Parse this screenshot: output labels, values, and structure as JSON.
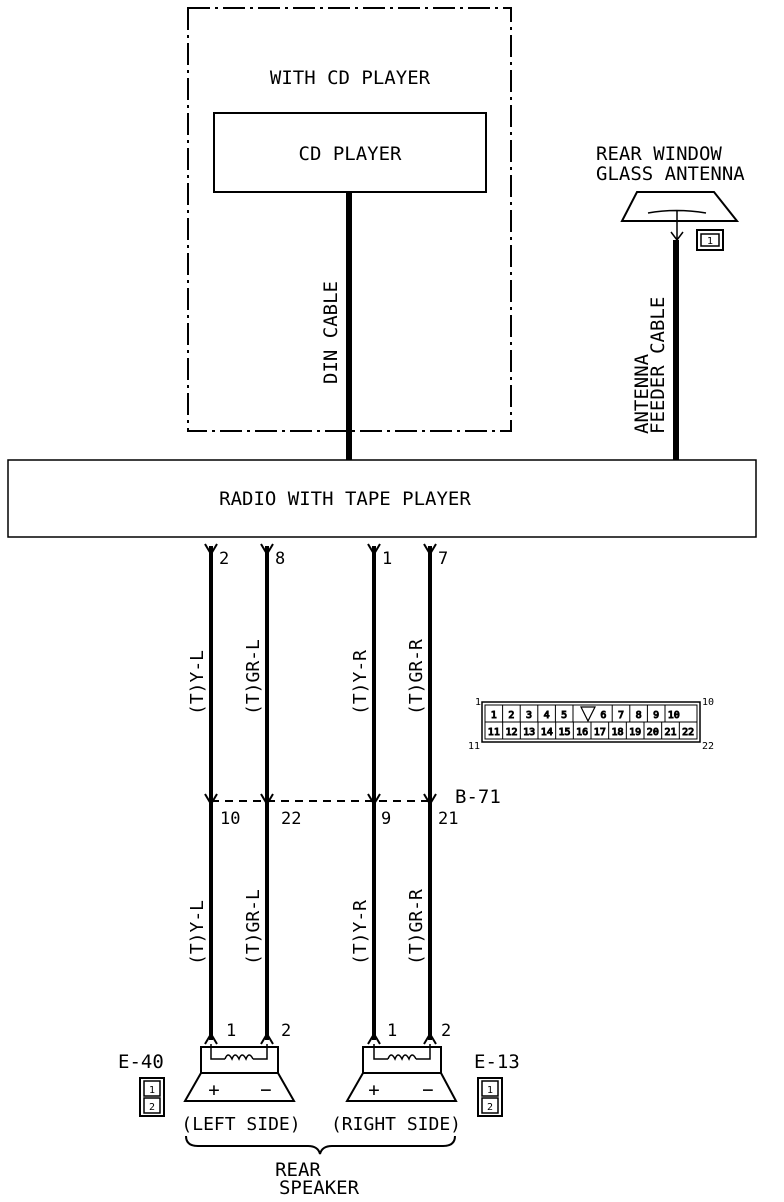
{
  "cd_box": {
    "title": "WITH CD PLAYER",
    "inner_label": "CD PLAYER"
  },
  "din_cable_label": "DIN CABLE",
  "antenna": {
    "title_line1": "REAR WINDOW",
    "title_line2": "GLASS ANTENNA",
    "conn_label": "1",
    "cable_line1": "ANTENNA",
    "cable_line2": "FEEDER CABLE"
  },
  "radio_label": "RADIO WITH TAPE PLAYER",
  "wires_top": [
    {
      "pin": "2",
      "label": "(T)Y-L"
    },
    {
      "pin": "8",
      "label": "(T)GR-L"
    },
    {
      "pin": "1",
      "label": "(T)Y-R"
    },
    {
      "pin": "7",
      "label": "(T)GR-R"
    }
  ],
  "connector_b71": {
    "name": "B-71",
    "pins": [
      "10",
      "22",
      "9",
      "21"
    ],
    "corner_labels": {
      "tl": "1",
      "tr": "10",
      "bl": "11",
      "br": "22"
    },
    "row1": [
      "1",
      "2",
      "3",
      "4",
      "5",
      "6",
      "7",
      "8",
      "9",
      "10"
    ],
    "row2": [
      "11",
      "12",
      "13",
      "14",
      "15",
      "16",
      "17",
      "18",
      "19",
      "20",
      "21",
      "22"
    ]
  },
  "wires_bottom": [
    {
      "label": "(T)Y-L"
    },
    {
      "label": "(T)GR-L"
    },
    {
      "label": "(T)Y-R"
    },
    {
      "label": "(T)GR-R"
    }
  ],
  "speakers": {
    "left": {
      "id": "E-40",
      "side": "(LEFT SIDE)",
      "pin1": "1",
      "pin2": "2",
      "plus": "+",
      "minus": "−",
      "conn_top": "1",
      "conn_bottom": "2"
    },
    "right": {
      "id": "E-13",
      "side": "(RIGHT SIDE)",
      "pin1": "1",
      "pin2": "2",
      "plus": "+",
      "minus": "−",
      "conn_top": "1",
      "conn_bottom": "2"
    },
    "title_line1": "REAR",
    "title_line2": "SPEAKER"
  }
}
